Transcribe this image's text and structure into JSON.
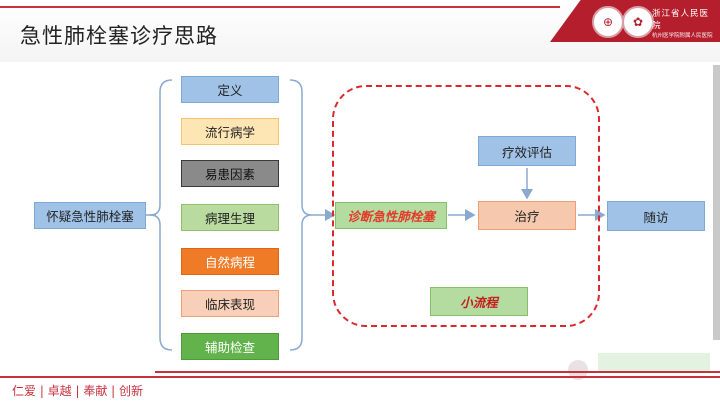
{
  "title": "急性肺栓塞诊疗思路",
  "header": {
    "logo_left_glyph": "⊕",
    "logo_mid_glyph": "✿",
    "hospital_name": "浙江省人民医院",
    "hospital_sub": "杭州医学院附属人民医院"
  },
  "nodes": {
    "start": "怀疑急性肺栓塞",
    "definition": "定义",
    "epidemiology": "流行病学",
    "risk_factors": "易患因素",
    "pathophysiology": "病理生理",
    "natural_history": "自然病程",
    "clinical_manifestation": "临床表现",
    "auxiliary_exam": "辅助检查",
    "diagnosis": "诊断急性肺栓塞",
    "efficacy_evaluation": "疗效评估",
    "treatment": "治疗",
    "follow_up": "随访",
    "small_process": "小流程"
  },
  "footer": {
    "slogan": "仁爱 | 卓越 | 奉献 | 创新"
  },
  "colors": {
    "brand_red": "#b51f2d",
    "dashed_border": "#d9282e",
    "diagnosis_text": "#e23a2a"
  }
}
